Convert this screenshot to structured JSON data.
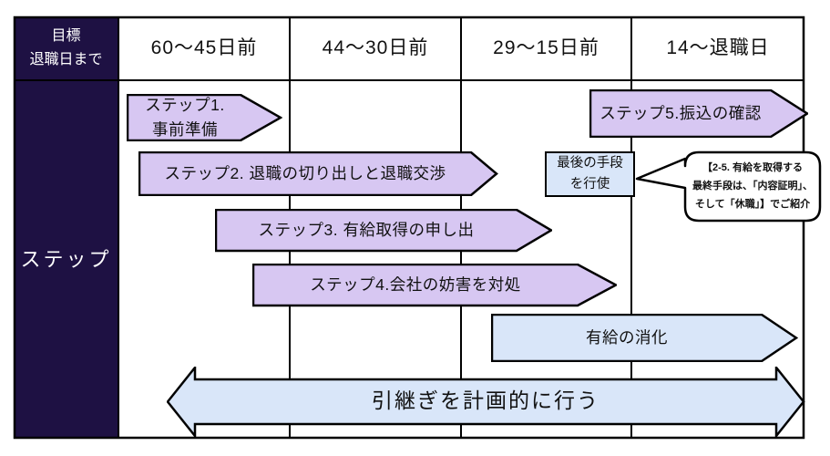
{
  "header": {
    "corner_line1": "目標",
    "corner_line2": "退職日まで",
    "columns": [
      "60〜45日前",
      "44〜30日前",
      "29〜15日前",
      "14〜退職日"
    ]
  },
  "sidebar": {
    "label": "ステップ"
  },
  "arrows": {
    "step1": {
      "line1": "ステップ1.",
      "line2": "事前準備"
    },
    "step2": {
      "label": "ステップ2. 退職の切り出しと退職交渉"
    },
    "step3": {
      "label": "ステップ3. 有給取得の申し出"
    },
    "step4": {
      "label": "ステップ4.会社の妨害を対処"
    },
    "step5": {
      "label": "ステップ5.振込の確認"
    },
    "paid_leave": {
      "label": "有給の消化"
    },
    "handover": {
      "label": "引継ぎを計画的に行う"
    }
  },
  "last_resort_box": {
    "line1": "最後の手段",
    "line2": "を行使"
  },
  "callout": {
    "line1": "【2-5. 有給を取得する",
    "line2": "最終手段は、「内容証明」、",
    "line3": "そして「休職」】でご紹介"
  },
  "colors": {
    "navy": "#1e1143",
    "purple": "#d7c7f2",
    "blue": "#d9e6f9",
    "line": "#000000",
    "text": "#111111",
    "bg": "#ffffff"
  }
}
